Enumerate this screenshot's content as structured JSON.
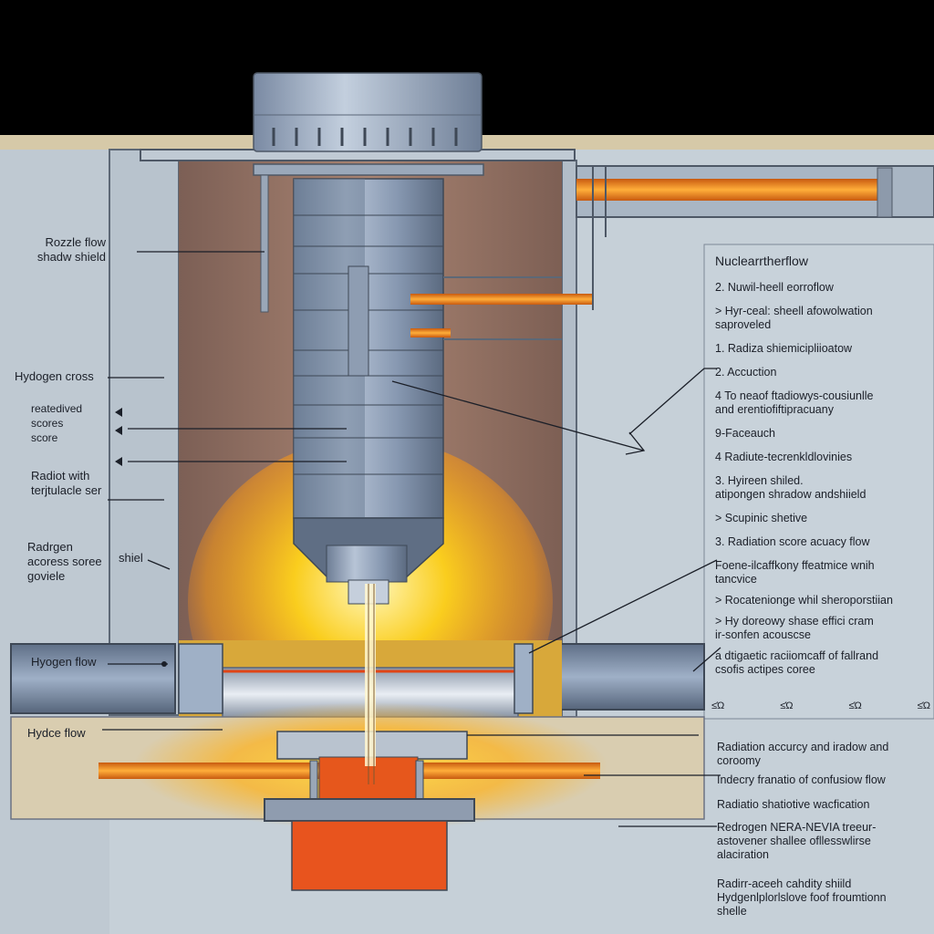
{
  "colors": {
    "background_sky": "#000000",
    "wall": "#c4ced6",
    "chamber": "#8c6b5c",
    "steel": "#8fa0b8",
    "flame": "#ffc21a",
    "pipe_hot": "#ff8a14",
    "base_red": "#e8541e",
    "ground": "#d8ccae"
  },
  "left_labels": [
    {
      "id": "nozzle",
      "text": "Rozzle flow\nshadw shield"
    },
    {
      "id": "cross",
      "text": "Hydogen cross"
    },
    {
      "id": "scores",
      "text": "reatedived\nscores\nscore"
    },
    {
      "id": "radiot",
      "text": "Radiot with\nterjtulacle ser"
    },
    {
      "id": "radrgen",
      "text": "Radrgen\nacoress soree\ngoviele"
    },
    {
      "id": "shiel",
      "text": "shiel"
    },
    {
      "id": "hflow",
      "text": "Hyogen flow"
    },
    {
      "id": "hyflow",
      "text": "Hydce flow"
    }
  ],
  "panel": {
    "title": "Nuclearrtherflow",
    "items": [
      "2. Nuwil-heell eorroflow",
      "> Hyr-ceal: sheell afowolwation\n   saproveled",
      "1. Radiza shiemicipliioatow",
      "2. Accuction",
      "4 To neaof ftadiowys-cousiunlle\n   and erentiofiftipracuany",
      "9-Faceauch",
      "4 Radiute-tecrenkldlovinies",
      "3. Hyireen shiled.\n   atipongen shradow andshiield",
      "> Scupinic shetive",
      "3. Radiation score acuacy flow",
      "Foene-ilcaffkony ffeatmice wnih\n   tancvice",
      "> Rocatenionge whil sheroporstiian",
      "> Hy doreowy shase effici cram\n   ir-sonfen acouscse",
      "a dtigaetic raciiomcaff of fallrand\n   csofis actipes coree"
    ],
    "ticks": [
      "≤Ώ",
      "≤Ώ",
      "≤Ώ",
      "≤Ώ"
    ]
  },
  "lower_notes": [
    "Radiation accurcy and iradow and\ncoroomy",
    "Indecry franatio of confusiow flow",
    "Radiatio shatiotive wacfication",
    "Redrogen NERA-NEVIA treeur-\nastovener shallee ofllesswlirse\nalaciration",
    "Radirr-aceeh cahdity shiild\nHydgenlplorlslove foof froumtionn\nshelle"
  ]
}
